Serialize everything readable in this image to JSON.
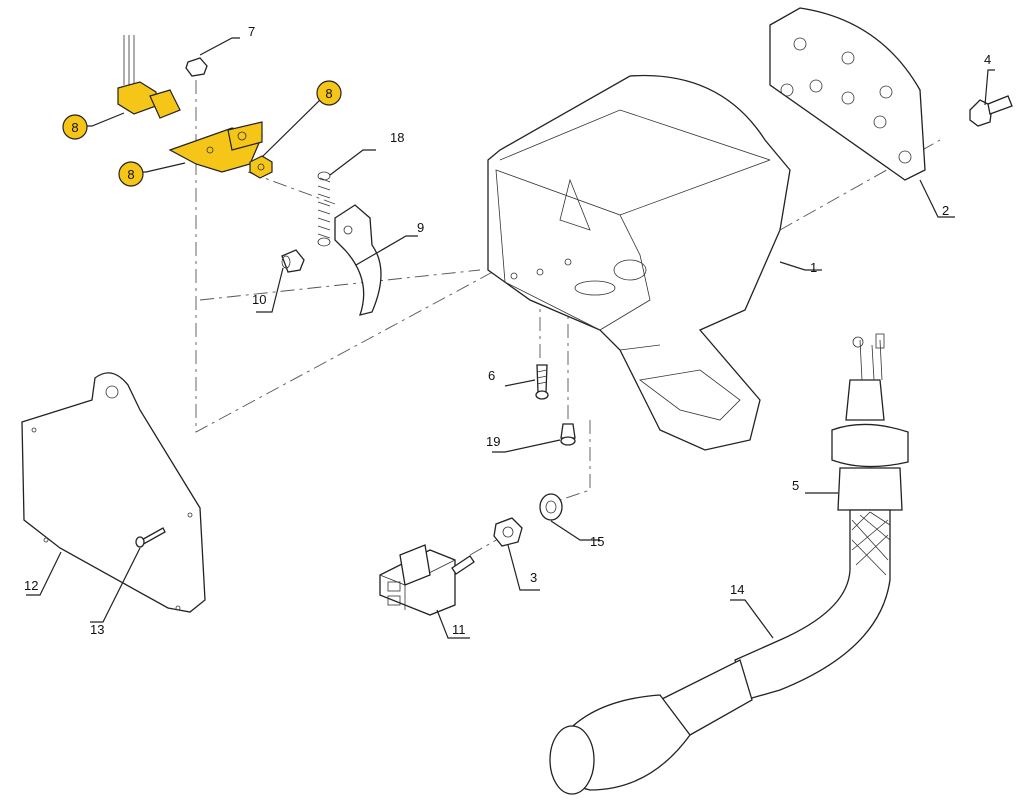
{
  "colors": {
    "highlight": "#f5c518",
    "line": "#222222",
    "background": "#ffffff"
  },
  "callouts": {
    "c1": "1",
    "c2": "2",
    "c3": "3",
    "c4": "4",
    "c5": "5",
    "c6": "6",
    "c7": "7",
    "c8a": "8",
    "c8b": "8",
    "c8c": "8",
    "c9": "9",
    "c10": "10",
    "c11": "11",
    "c12": "12",
    "c13": "13",
    "c14": "14",
    "c15": "15",
    "c18": "18",
    "c19": "19"
  }
}
